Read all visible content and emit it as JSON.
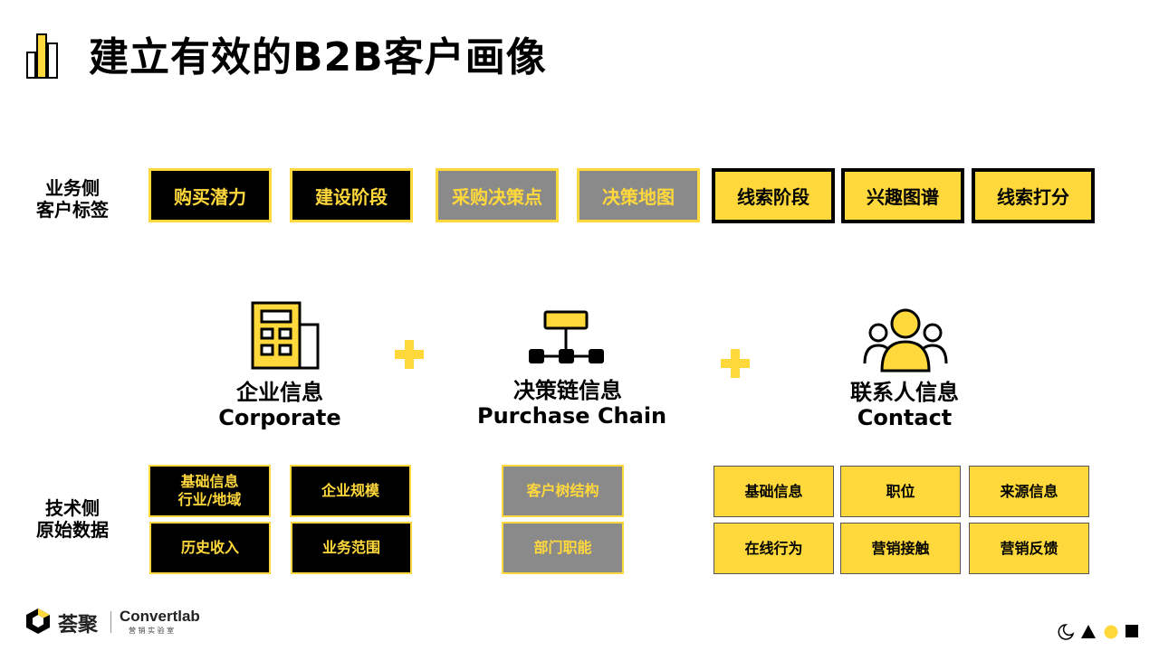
{
  "title": "建立有效的B2B客户画像",
  "sides": {
    "business_line1": "业务侧",
    "business_line2": "客户标签",
    "tech_line1": "技术侧",
    "tech_line2": "原始数据"
  },
  "tags": [
    {
      "label": "购买潜力",
      "style": "black"
    },
    {
      "label": "建设阶段",
      "style": "black"
    },
    {
      "label": "采购决策点",
      "style": "gray"
    },
    {
      "label": "决策地图",
      "style": "gray"
    },
    {
      "label": "线索阶段",
      "style": "yellow"
    },
    {
      "label": "兴趣图谱",
      "style": "yellow"
    },
    {
      "label": "线索打分",
      "style": "yellow"
    }
  ],
  "categories": {
    "corporate": {
      "zh": "企业信息",
      "en": "Corporate",
      "icon": "building-icon"
    },
    "purchase": {
      "zh": "决策链信息",
      "en": "Purchase Chain",
      "icon": "org-chart-icon"
    },
    "contact": {
      "zh": "联系人信息",
      "en": "Contact",
      "icon": "people-icon"
    }
  },
  "corporate_cells": {
    "basic_line1": "基础信息",
    "basic_line2": "行业/地域",
    "scale": "企业规模",
    "revenue": "历史收入",
    "business_scope": "业务范围"
  },
  "purchase_cells": {
    "tree": "客户树结构",
    "dept": "部门职能"
  },
  "contact_cells": {
    "basic": "基础信息",
    "position": "职位",
    "source": "来源信息",
    "online": "在线行为",
    "touch": "营销接触",
    "feedback": "营销反馈"
  },
  "footer": {
    "brand_cn": "荟聚",
    "brand_en": "Convertlab",
    "brand_sub": "营 销 实 验 室"
  },
  "colors": {
    "accent": "#ffd93b",
    "dark": "#000000",
    "gray": "#8a8a8a"
  }
}
